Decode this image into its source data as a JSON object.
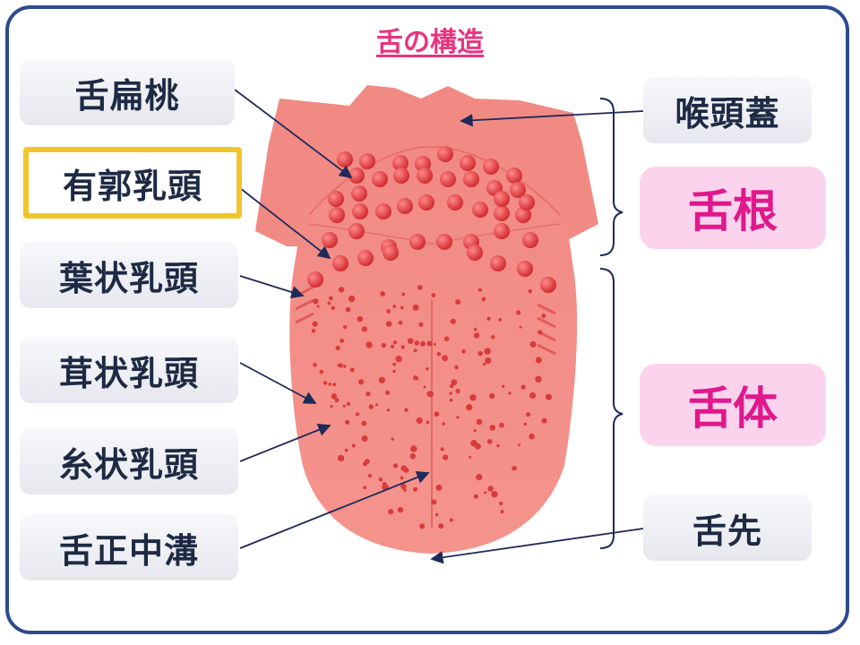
{
  "title": "舌の構造",
  "left_labels": [
    {
      "id": "tonsil",
      "text": "舌扁桃"
    },
    {
      "id": "circumvallate",
      "text": "有郭乳頭"
    },
    {
      "id": "foliate",
      "text": "葉状乳頭"
    },
    {
      "id": "fungiform",
      "text": "茸状乳頭"
    },
    {
      "id": "filiform",
      "text": "糸状乳頭"
    },
    {
      "id": "median-sulcus",
      "text": "舌正中溝"
    }
  ],
  "right_labels": [
    {
      "id": "epiglottis",
      "text": "喉頭蓋"
    },
    {
      "id": "apex",
      "text": "舌先"
    }
  ],
  "regions": [
    {
      "id": "root",
      "text": "舌根"
    },
    {
      "id": "body",
      "text": "舌体"
    }
  ],
  "colors": {
    "frame": "#2e4a8e",
    "title": "#e8347f",
    "tongue": "#f28a84",
    "papilla": "#e53b3b",
    "region_bg": "#fcd3ec",
    "region_text": "#e0188c",
    "highlight": "#f2c62b"
  }
}
